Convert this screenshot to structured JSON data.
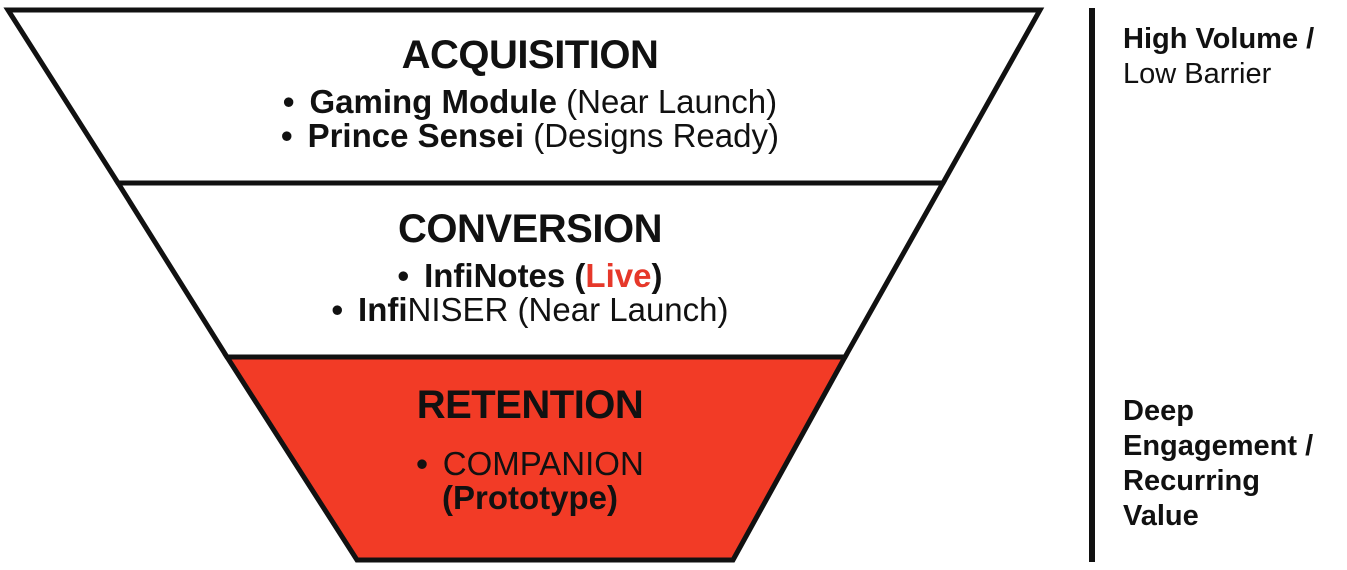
{
  "colors": {
    "tier_fill_white": "#FFFFFF",
    "tier_fill_red": "#F23B26",
    "live_red": "#E6382A",
    "outline": "#111111"
  },
  "bullet_char": "•",
  "funnel": {
    "tiers": [
      {
        "title": "ACQUISITION",
        "items": [
          {
            "segments": [
              {
                "text": "Gaming Module"
              },
              {
                "text": " (Near Launch)"
              }
            ]
          },
          {
            "segments": [
              {
                "text": "Prince Sensei"
              },
              {
                "text": " (Designs Ready)"
              }
            ]
          }
        ]
      },
      {
        "title": "CONVERSION",
        "items": [
          {
            "segments": [
              {
                "text": "InfiNotes ("
              },
              {
                "text": "Live"
              },
              {
                "text": ")"
              }
            ]
          },
          {
            "segments": [
              {
                "text": "Infi"
              },
              {
                "text": "NISER (Near Launch)"
              }
            ]
          }
        ]
      },
      {
        "title": "RETENTION",
        "items": [
          {
            "segments": [
              {
                "text": "COMPANION"
              }
            ]
          },
          {
            "segments": [
              {
                "text": "(Prototype)"
              }
            ]
          }
        ]
      }
    ]
  },
  "axis": {
    "top_lines": [
      "High Volume /",
      "Low Barrier"
    ],
    "bottom_lines": [
      "Deep",
      "Engagement /",
      "Recurring",
      "Value"
    ]
  }
}
